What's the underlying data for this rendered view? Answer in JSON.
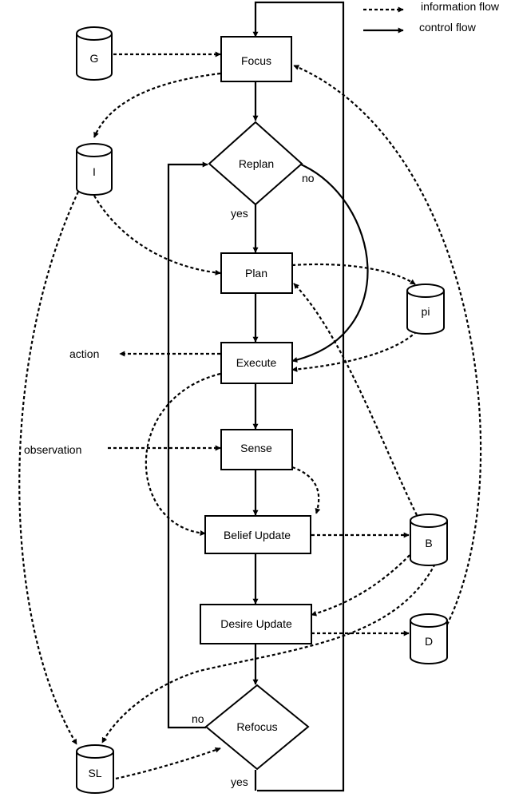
{
  "legend": {
    "information_flow": "information flow",
    "control_flow": "control flow"
  },
  "process_nodes": {
    "focus": "Focus",
    "replan": "Replan",
    "plan": "Plan",
    "execute": "Execute",
    "sense": "Sense",
    "belief_update": "Belief Update",
    "desire_update": "Desire Update",
    "refocus": "Refocus"
  },
  "stores": {
    "g": "G",
    "i": "I",
    "pi": "pi",
    "b": "B",
    "d": "D",
    "sl": "SL"
  },
  "external": {
    "action": "action",
    "observation": "observation"
  },
  "branch_labels": {
    "replan_no": "no",
    "replan_yes": "yes",
    "refocus_no": "no",
    "refocus_yes": "yes"
  }
}
